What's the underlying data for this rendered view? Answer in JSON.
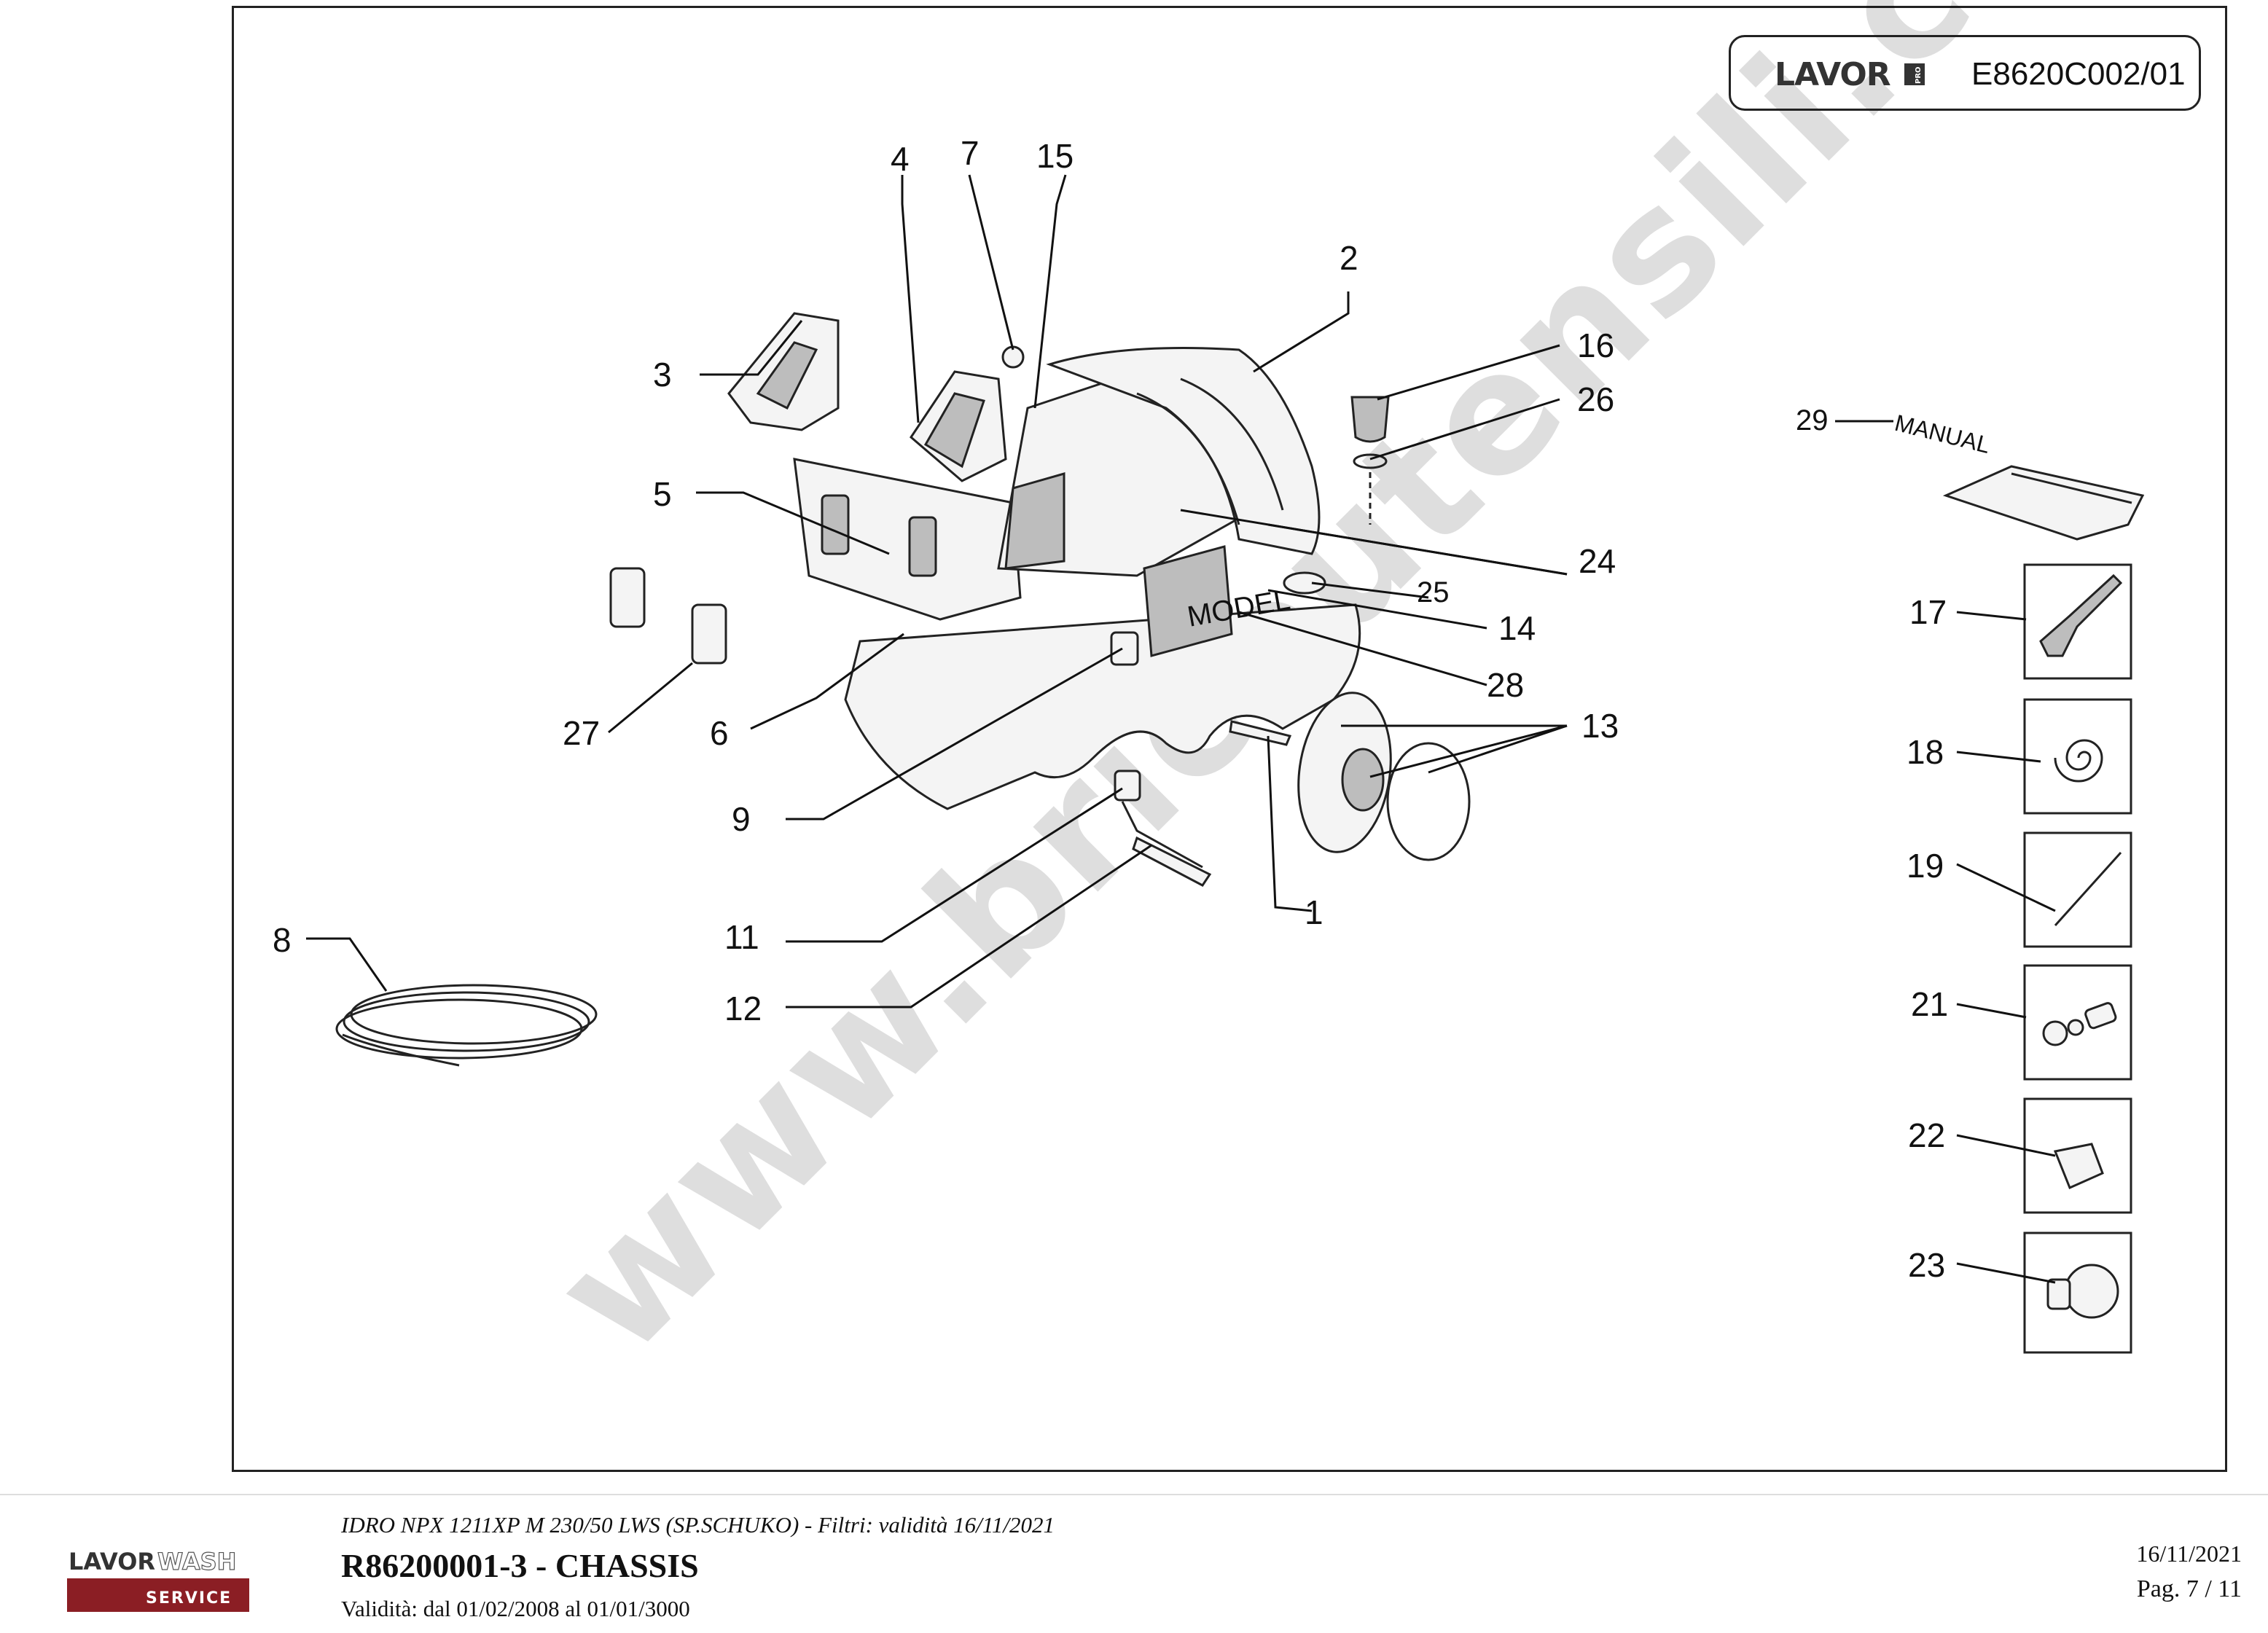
{
  "header": {
    "brand": "LAVOR",
    "brand_badge": "PRO",
    "doc_code": "E8620C002/01"
  },
  "watermark": "www.bricoutensili.com",
  "callouts": {
    "c1": "1",
    "c2": "2",
    "c3": "3",
    "c4": "4",
    "c5": "5",
    "c6": "6",
    "c7": "7",
    "c8": "8",
    "c9": "9",
    "c11": "11",
    "c12": "12",
    "c13": "13",
    "c14": "14",
    "c15": "15",
    "c16": "16",
    "c17": "17",
    "c18": "18",
    "c19": "19",
    "c21": "21",
    "c22": "22",
    "c23": "23",
    "c24": "24",
    "c25": "25",
    "c26": "26",
    "c27": "27",
    "c28": "28",
    "c29": "29"
  },
  "labels": {
    "model_plate": "MODEL",
    "manual": "MANUAL"
  },
  "footer": {
    "logo_text_1": "LAVOR",
    "logo_text_2": "WASH",
    "logo_sub": "SERVICE",
    "model_line": "IDRO NPX 1211XP M 230/50 LWS (SP.SCHUKO) - Filtri: validità 16/11/2021",
    "title": "R86200001-3 - CHASSIS",
    "validity": "Validità: dal 01/02/2008 al 01/01/3000",
    "date": "16/11/2021",
    "page": "Pag. 7 / 11"
  },
  "colors": {
    "logo_red": "#8b1e24",
    "line": "#111111"
  }
}
